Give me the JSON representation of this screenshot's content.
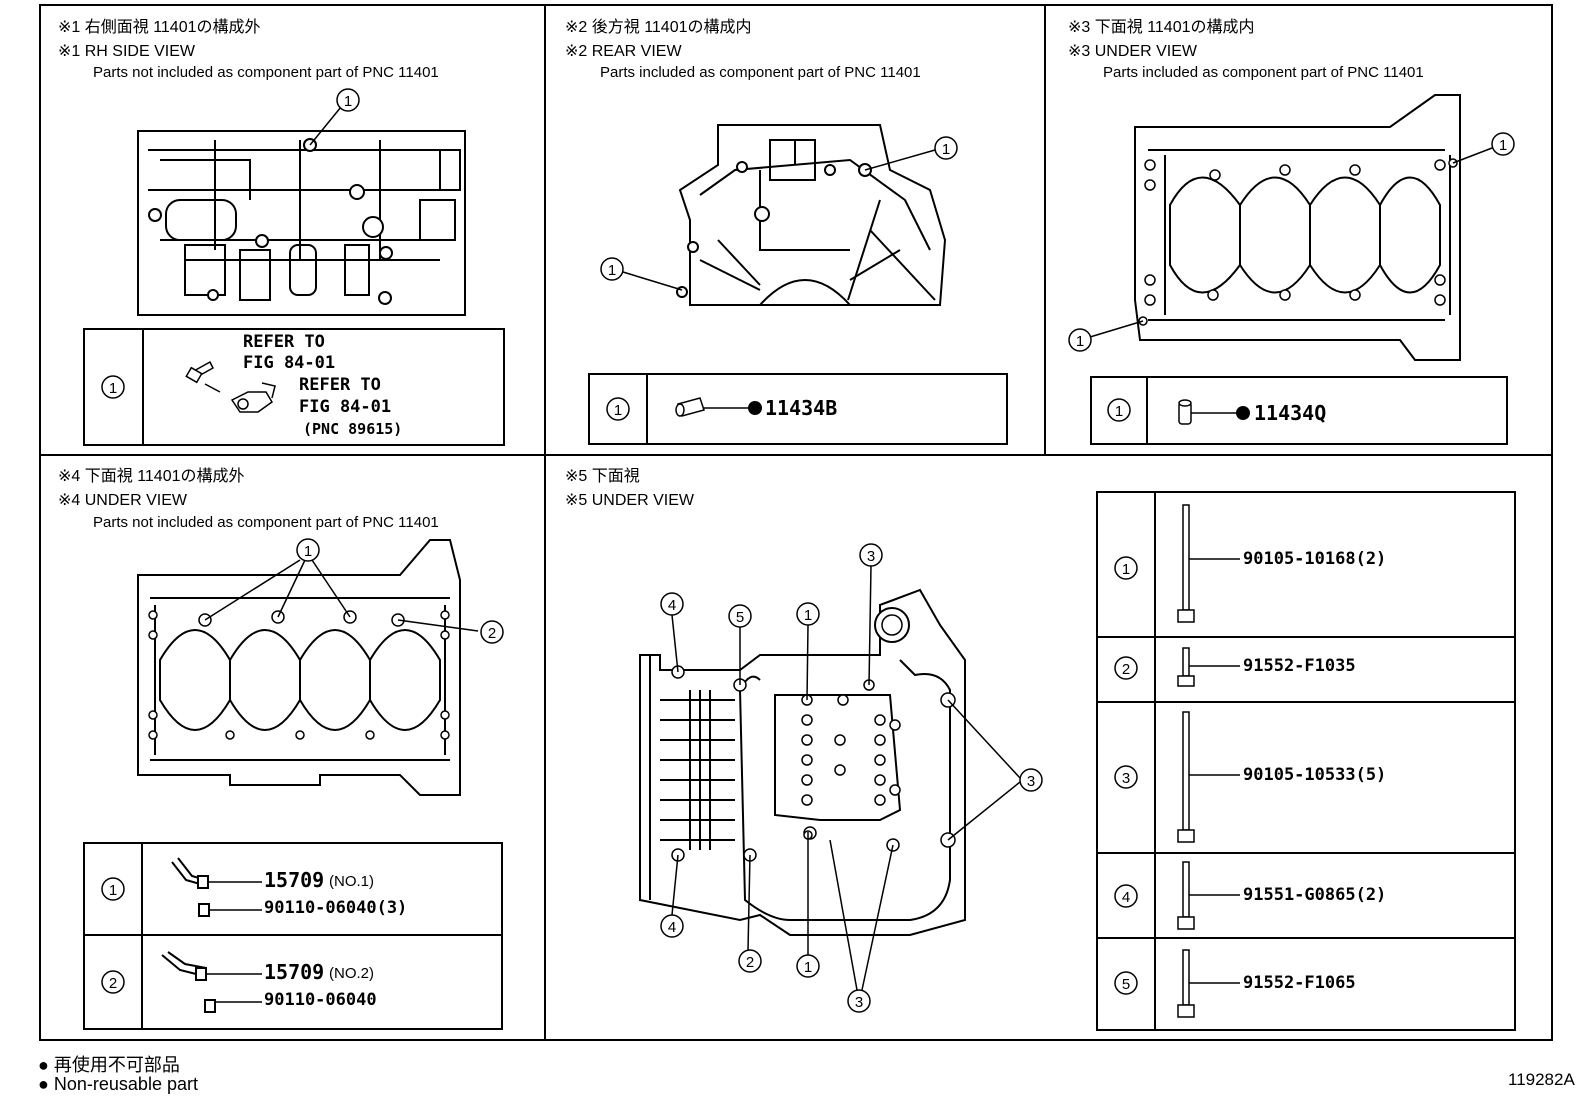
{
  "panels": {
    "p1": {
      "title_jp": "※1 右側面視 11401の構成外",
      "title_en": "※1 RH SIDE VIEW",
      "subtitle": "Parts not included as component part of PNC 11401",
      "callout": "1",
      "table": {
        "index": "1",
        "refer_a": "REFER TO",
        "fig_a": "FIG 84-01",
        "refer_b": "REFER TO",
        "fig_b": "FIG 84-01",
        "pnc": "(PNC 89615)"
      }
    },
    "p2": {
      "title_jp": "※2 後方視 11401の構成内",
      "title_en": "※2 REAR VIEW",
      "subtitle": "Parts included as component part of PNC 11401",
      "callout": "1",
      "table": {
        "index": "1",
        "part": "11434B"
      }
    },
    "p3": {
      "title_jp": "※3 下面視 11401の構成内",
      "title_en": "※3 UNDER VIEW",
      "subtitle": "Parts included as component part of PNC 11401",
      "callout": "1",
      "table": {
        "index": "1",
        "part": "11434Q"
      }
    },
    "p4": {
      "title_jp": "※4 下面視 11401の構成外",
      "title_en": "※4 UNDER VIEW",
      "subtitle": "Parts not included as component part of PNC 11401",
      "callout1": "1",
      "callout2": "2",
      "table": [
        {
          "index": "1",
          "part": "15709",
          "note": "(NO.1)",
          "bolt": "90110-06040(3)"
        },
        {
          "index": "2",
          "part": "15709",
          "note": "(NO.2)",
          "bolt": "90110-06040"
        }
      ]
    },
    "p5": {
      "title_jp": "※5 下面視",
      "title_en": "※5 UNDER VIEW",
      "callouts": [
        "1",
        "2",
        "3",
        "4",
        "5"
      ],
      "table": [
        {
          "index": "1",
          "part": "90105-10168(2)"
        },
        {
          "index": "2",
          "part": "91552-F1035"
        },
        {
          "index": "3",
          "part": "90105-10533(5)"
        },
        {
          "index": "4",
          "part": "91551-G0865(2)"
        },
        {
          "index": "5",
          "part": "91552-F1065"
        }
      ]
    }
  },
  "legend": {
    "jp": "再使用不可部品",
    "en": "Non-reusable part"
  },
  "figure_id": "119282A"
}
